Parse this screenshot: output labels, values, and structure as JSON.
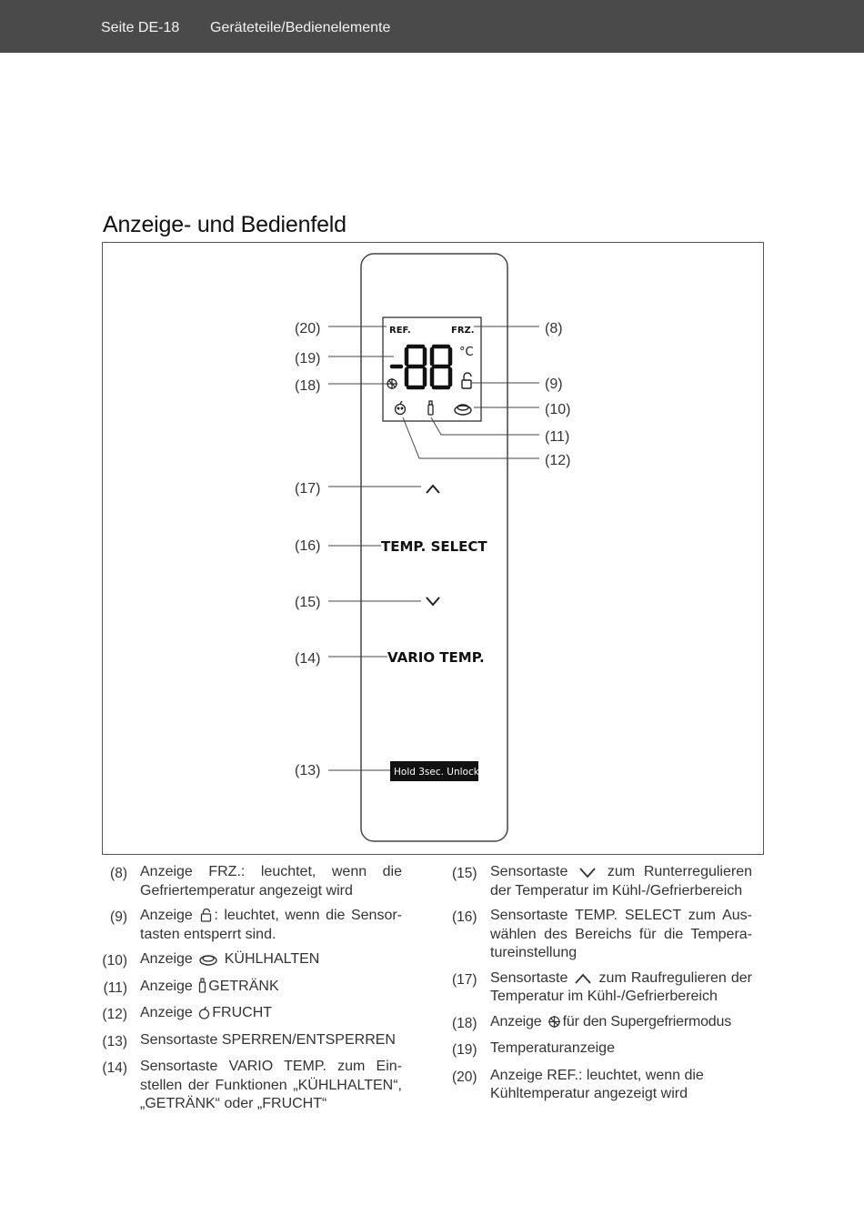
{
  "header": {
    "page": "Seite DE-18",
    "section": "Geräteteile/Bedienelemente"
  },
  "title": "Anzeige- und Bedienfeld",
  "panel": {
    "ref": "REF.",
    "frz": "FRZ.",
    "digits": "-88",
    "unit": "°C",
    "temp_select": "TEMP. SELECT",
    "vario_temp": "VARIO TEMP.",
    "unlock": "Hold 3sec. Unlock"
  },
  "callouts": {
    "c20": "(20)",
    "c19": "(19)",
    "c18": "(18)",
    "c17": "(17)",
    "c16": "(16)",
    "c15": "(15)",
    "c14": "(14)",
    "c13": "(13)",
    "c8": "(8)",
    "c9": "(9)",
    "c10": "(10)",
    "c11": "(11)",
    "c12": "(12)"
  },
  "legend_left": [
    {
      "num": "(8)",
      "text": "Anzeige FRZ.: leuchtet, wenn die Gefriertemperatur angezeigt wird"
    },
    {
      "num": "(9)",
      "pre": "Anzeige",
      "icon": "lock-open-icon",
      "post": ": leuchtet, wenn die Sensor­tasten entsperrt sind."
    },
    {
      "num": "(10)",
      "pre": "Anzeige",
      "icon": "dish-icon",
      "post": "KÜHLHALTEN"
    },
    {
      "num": "(11)",
      "pre": "Anzeige",
      "icon": "bottle-icon",
      "post": "GETRÄNK"
    },
    {
      "num": "(12)",
      "pre": "Anzeige",
      "icon": "fruit-icon",
      "post": "FRUCHT"
    },
    {
      "num": "(13)",
      "text": "Sensortaste SPERREN/ENTSPERREN"
    },
    {
      "num": "(14)",
      "text": "Sensortaste VARIO TEMP. zum Ein­stellen der Funktionen „KÜHLHAL­TEN“, „GETRÄNK“ oder „FRUCHT“"
    }
  ],
  "legend_right": [
    {
      "num": "(15)",
      "pre": "Sensortaste",
      "icon": "chevron-down-icon",
      "post": "zum Runterregulieren der Temperatur im Kühl-/Gefrierbe­reich"
    },
    {
      "num": "(16)",
      "text": "Sensortaste TEMP. SELECT zum Aus­wählen des Bereichs für die Tempera­tureinstellung"
    },
    {
      "num": "(17)",
      "pre": "Sensortaste",
      "icon": "chevron-up-icon",
      "post": "zum Raufregulieren der Temperatur im Kühl-/Gefrierbe­reich"
    },
    {
      "num": "(18)",
      "pre": "Anzeige",
      "icon": "snowflake-fan-icon",
      "post": "für den Supergefriermodus"
    },
    {
      "num": "(19)",
      "text": "Temperaturanzeige"
    },
    {
      "num": "(20)",
      "text": "Anzeige REF.: leuchtet, wenn die Kühltemperatur angezeigt wird"
    }
  ]
}
